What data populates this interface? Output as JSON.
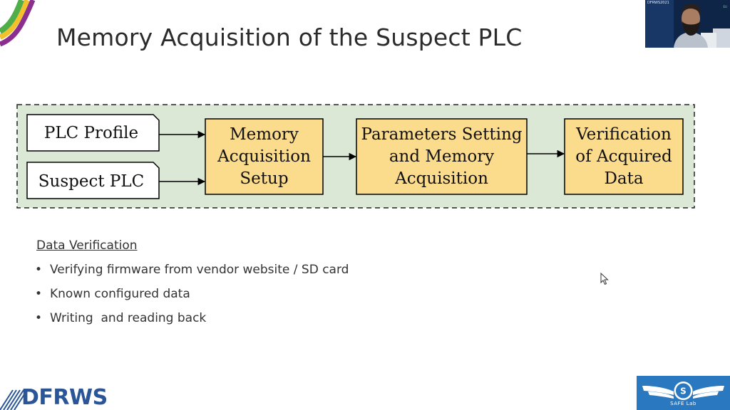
{
  "slide": {
    "title": "Memory Acquisition of the Suspect PLC"
  },
  "webcam": {
    "banner_text": "DFRWS2021",
    "banner_subtext": "EU"
  },
  "diagram": {
    "inputs": [
      {
        "label": "PLC Profile"
      },
      {
        "label": "Suspect PLC"
      }
    ],
    "steps": [
      {
        "label": "Memory Acquisition Setup"
      },
      {
        "label": "Parameters Setting and Memory Acquisition"
      },
      {
        "label": "Verification of Acquired Data"
      }
    ],
    "colors": {
      "background": "#dbe8d6",
      "step_fill": "#fbdb8c",
      "input_fill": "#ffffff",
      "border": "#000000"
    }
  },
  "section": {
    "heading": "Data Verification",
    "bullets": [
      "Verifying firmware from vendor website / SD card",
      "Known configured data",
      "Writing  and reading back"
    ]
  },
  "footer": {
    "left_logo_text": "DFRWS",
    "right_logo_text": "SAFE Lab",
    "right_logo_letter": "S",
    "right_logo_color": "#2a78bf"
  }
}
